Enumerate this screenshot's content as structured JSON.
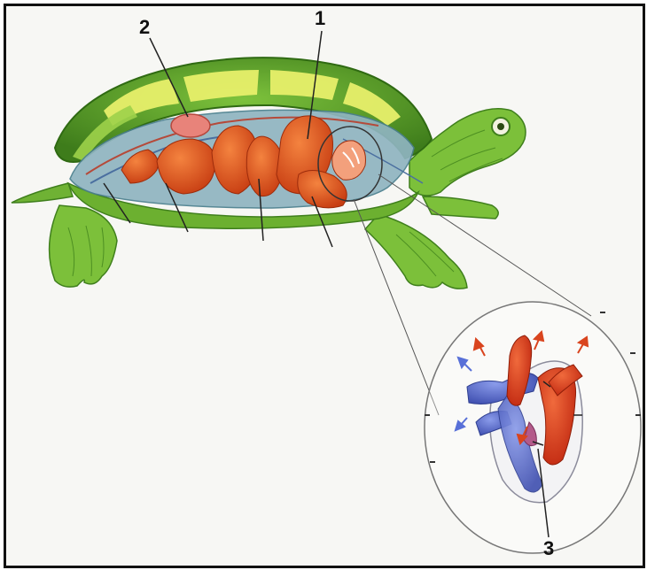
{
  "labels": {
    "label_1": "1",
    "label_2": "2",
    "label_3": "3"
  },
  "colors": {
    "shell_green": "#5aa62a",
    "shell_dark": "#3f7f1c",
    "scute_yellow": "#e7ef6a",
    "skin_green": "#7cc03a",
    "organ_orange": "#e2521f",
    "cavity_blue": "#8fb4c0",
    "blood_blue": "#5a6fd0",
    "blood_red": "#dc3b1c",
    "background": "#f7f7f4"
  },
  "icons": {
    "turtle": "turtle-illustration",
    "heart": "heart-illustration",
    "magnifier": "magnifier-circle"
  }
}
